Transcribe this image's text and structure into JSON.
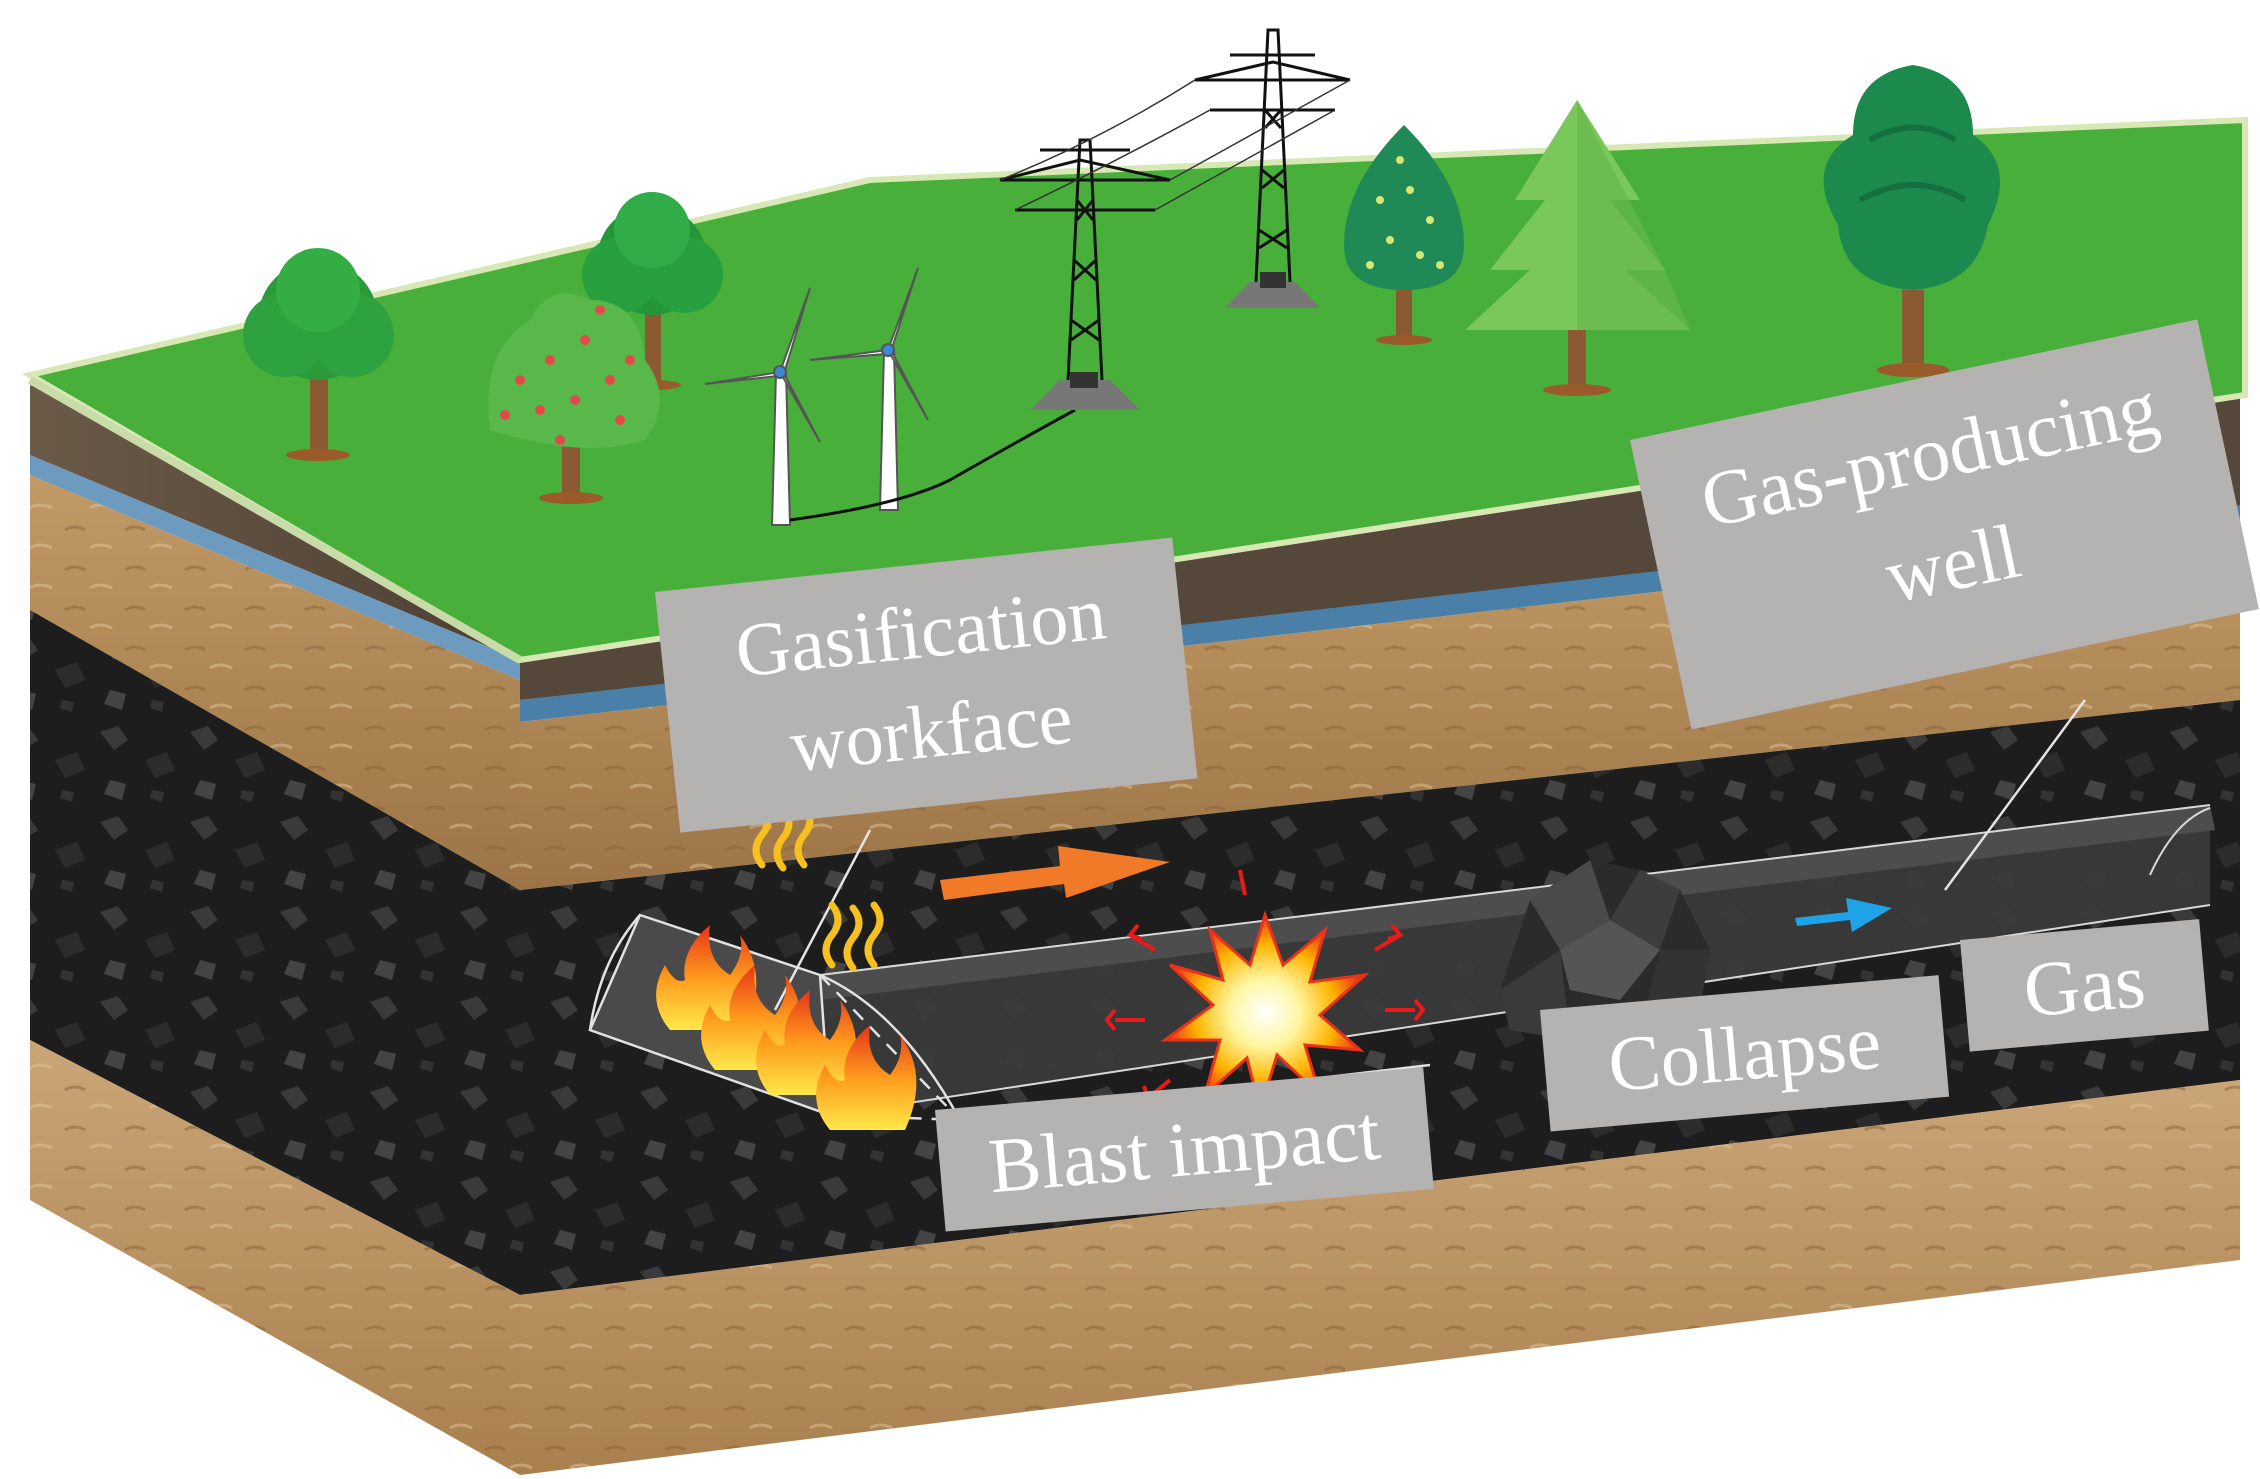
{
  "labels": {
    "gasification": [
      "Gasification",
      "workface"
    ],
    "well": [
      "Gas-producing",
      "well"
    ],
    "blast": "Blast impact",
    "collapse": "Collapse",
    "gas": "Gas"
  },
  "colors": {
    "surface": "#4cb43c",
    "soil": "#b08a5a",
    "rock_dark": "#5a4a3a",
    "water": "#4a7fa8",
    "coal": "#1f1f1f",
    "channel": "#3b3b3b",
    "label_box": "#b5b2b2",
    "flow_arrow_orange": "#f07a28",
    "flow_arrow_blue": "#1fa3e8"
  },
  "icons": [
    "tree-icon",
    "wind-turbine-icon",
    "power-pylon-icon",
    "flame-icon",
    "heat-wave-icon",
    "explosion-icon",
    "rock-pile-icon",
    "arrow-right-icon"
  ]
}
